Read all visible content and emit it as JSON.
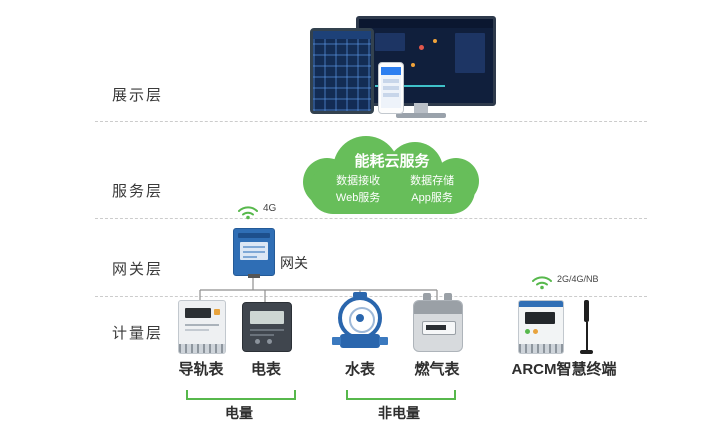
{
  "layers": {
    "display": "展示层",
    "service": "服务层",
    "gateway": "网关层",
    "metering": "计量层"
  },
  "cloud": {
    "title": "能耗云服务",
    "item1": "数据接收",
    "item2": "数据存储",
    "item3": "Web服务",
    "item4": "App服务",
    "color": "#67BE5A"
  },
  "gateway": {
    "label": "网关",
    "signal": "4G"
  },
  "meters": [
    {
      "label": "导轨表"
    },
    {
      "label": "电表"
    },
    {
      "label": "水表"
    },
    {
      "label": "燃气表"
    }
  ],
  "terminal": {
    "label": "ARCM智慧终端",
    "signal": "2G/4G/NB"
  },
  "groups": {
    "electric": "电量",
    "nonelectric": "非电量"
  },
  "colors": {
    "cloud_green": "#67BE5A",
    "device_blue": "#2F6EB5",
    "wifi_green": "#57b84c"
  }
}
